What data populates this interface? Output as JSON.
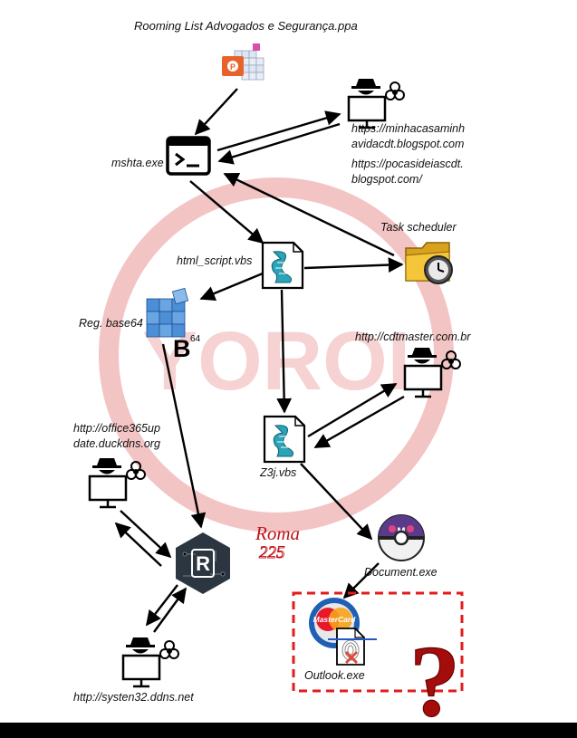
{
  "labels": {
    "ppa_file": "Rooming List Advogados e Segurança.ppa",
    "mshta": "mshta.exe",
    "url1_line1": "https://minhacasaminh",
    "url1_line2": "avidacdt.blogspot.com",
    "url2_line1": "https://pocasideiascdt.",
    "url2_line2": "blogspot.com/",
    "task_scheduler": "Task scheduler",
    "html_script": "html_script.vbs",
    "reg_base64": "Reg. base64",
    "b64_letter": "B",
    "b64_exp": "64",
    "cdtmaster": "http://cdtmaster.com.br",
    "z3j": "Z3j.vbs",
    "office365_line1": "http://office365up",
    "office365_line2": "date.duckdns.org",
    "roma_line1": "Roma",
    "roma_line2": "225",
    "r_letter": "R",
    "document": "Document.exe",
    "outlook": "Outlook.exe",
    "systen32": "http://systen32.ddns.net",
    "watermark": "YOROI",
    "mastercard": "MasterCard",
    "question": "?"
  },
  "colors": {
    "arrow": "#000000",
    "watermark": "#f3c4c4",
    "dashed_box": "#e31b1b",
    "question_mark": "#a50d0d",
    "roma_text": "#c0141c",
    "script_icon": "#2aa4b8",
    "registry_cube": "#4c8fd6",
    "pokeball_top": "#5a3a8a"
  },
  "icons": [
    "powerpoint-addin-icon",
    "terminal-icon",
    "hacker-icon",
    "script-icon",
    "registry-icon",
    "task-scheduler-icon",
    "r-hexagon-icon",
    "pokeball-icon",
    "mastercard-icon",
    "fingerprint-file-icon",
    "question-mark-icon"
  ]
}
